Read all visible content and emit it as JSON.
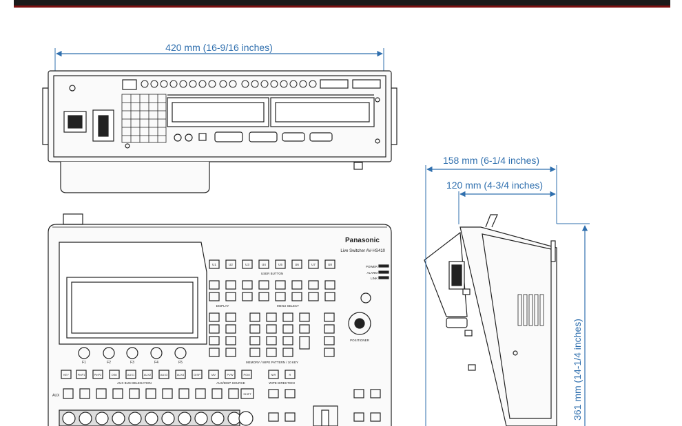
{
  "dimensions": {
    "width": "420 mm (16-9/16 inches)",
    "depth_outer": "158 mm (6-1/4 inches)",
    "depth_inner": "120 mm (4-3/4 inches)",
    "height": "361 mm (14-1/4 inches)"
  },
  "panel": {
    "brand": "Panasonic",
    "model": "Live Switcher  AV-HS410",
    "user_buttons": [
      "U1",
      "U2",
      "U3",
      "U4",
      "U5",
      "U6",
      "U7",
      "U8"
    ],
    "user_button_caption": "USER BUTTON",
    "display_caption": "DISPLAY",
    "menu_select_caption": "MENU SELECT",
    "status_leds": [
      "POWER",
      "ALARM",
      "LINK"
    ],
    "function_knobs": [
      "F1",
      "F2",
      "F3",
      "F4",
      "F5"
    ],
    "memory_caption": "MEMORY / WIPE PATTERN / 10 KEY",
    "positioner_caption": "POSITIONER",
    "aux_bus_caption": "AUX BUS DELEGATION",
    "aux_disp_caption": "AUX/DISP SOURCE",
    "wipe_direction_caption": "WIPE DIRECTION",
    "aux_row_label": "AUX",
    "shift_label": "SHIFT",
    "delegation_buttons": [
      "KEY",
      "PinP1",
      "PinP2",
      "DSK",
      "AUX1",
      "AUX2",
      "AUX3",
      "AUX4",
      "DISP",
      "MV",
      "PVW",
      "PGM"
    ],
    "wipe_buttons": [
      "N/R",
      "R"
    ]
  }
}
